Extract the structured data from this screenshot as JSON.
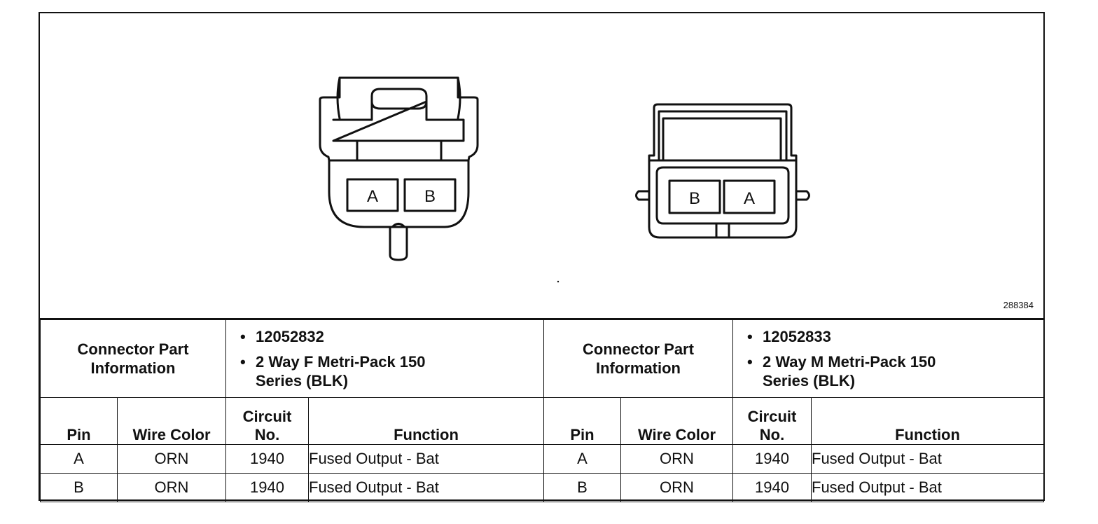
{
  "figure_id": "288384",
  "connector_left": {
    "pin_labels": [
      "A",
      "B"
    ],
    "part_info_label": "Connector Part Information",
    "part_info": [
      "12052832",
      "2 Way F Metri-Pack 150 Series (BLK)"
    ]
  },
  "connector_right": {
    "pin_labels": [
      "B",
      "A"
    ],
    "part_info_label": "Connector Part Information",
    "part_info": [
      "12052833",
      "2 Way M Metri-Pack 150 Series (BLK)"
    ]
  },
  "table_headers": {
    "pin": "Pin",
    "wire_color": "Wire Color",
    "circuit_no_line1": "Circuit",
    "circuit_no_line2": "No.",
    "function": "Function"
  },
  "rows_left": [
    {
      "pin": "A",
      "wire_color": "ORN",
      "circuit": "1940",
      "function": "Fused Output - Bat"
    },
    {
      "pin": "B",
      "wire_color": "ORN",
      "circuit": "1940",
      "function": "Fused Output - Bat"
    }
  ],
  "rows_right": [
    {
      "pin": "A",
      "wire_color": "ORN",
      "circuit": "1940",
      "function": "Fused Output - Bat"
    },
    {
      "pin": "B",
      "wire_color": "ORN",
      "circuit": "1940",
      "function": "Fused Output - Bat"
    }
  ]
}
